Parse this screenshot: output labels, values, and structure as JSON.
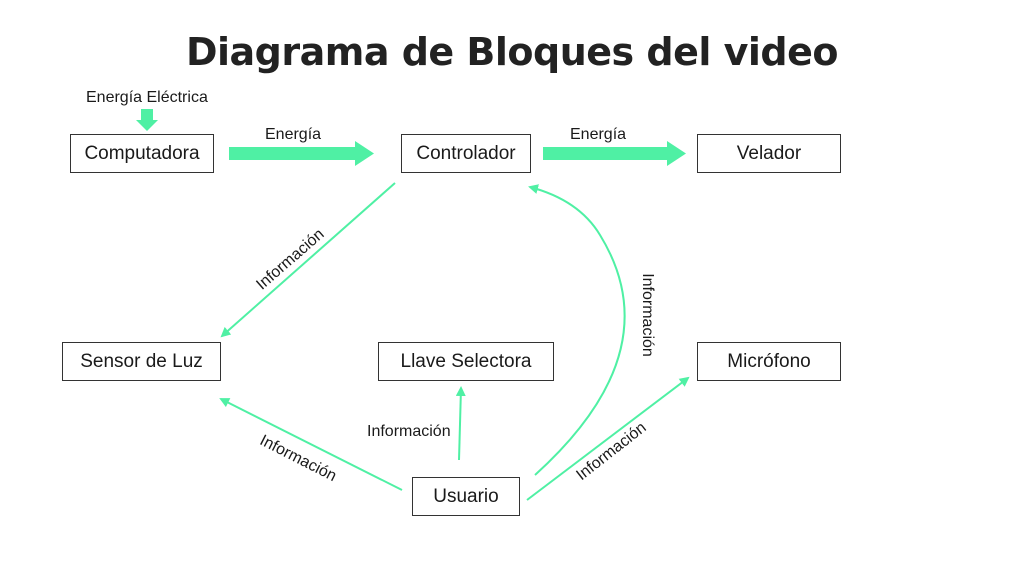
{
  "title": "Diagrama de Bloques del video",
  "colors": {
    "arrow": "#4ff0a4",
    "border": "#333333",
    "text": "#1a1a1a"
  },
  "blocks": {
    "computadora": "Computadora",
    "controlador": "Controlador",
    "velador": "Velador",
    "sensor": "Sensor de Luz",
    "llave": "Llave Selectora",
    "microfono": "Micrófono",
    "usuario": "Usuario"
  },
  "labels": {
    "energia_electrica": "Energía Eléctrica",
    "energia_1": "Energía",
    "energia_2": "Energía",
    "info_controlador_sensor": "Información",
    "info_usuario_controlador": "Información",
    "info_usuario_sensor": "Información",
    "info_usuario_llave": "Información",
    "info_usuario_microfono": "Información"
  }
}
